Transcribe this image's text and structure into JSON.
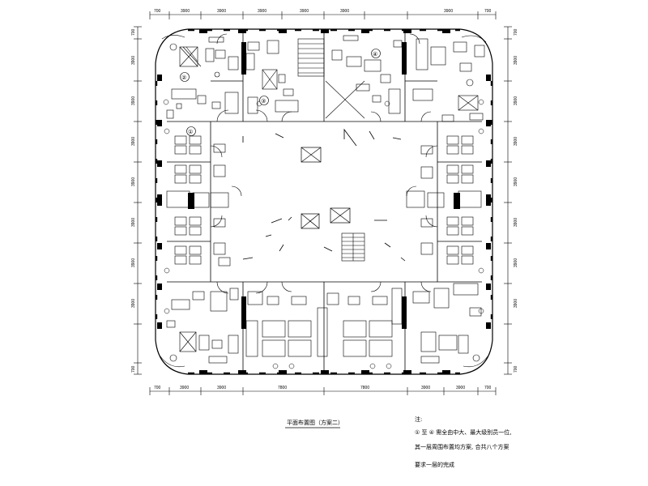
{
  "drawing": {
    "title": "平面布置图（方案二）",
    "top_dimensions": [
      "700",
      "3900",
      "3900",
      "3900",
      "3900",
      "3900",
      "3900",
      "700"
    ],
    "bottom_dimensions": [
      "700",
      "3900",
      "3900",
      "7800",
      "7800",
      "3900",
      "3900",
      "700"
    ],
    "left_dimensions": [
      "700",
      "3900",
      "3900",
      "3900",
      "3900",
      "3900",
      "3900",
      "3900",
      "700"
    ],
    "right_dimensions": [
      "700",
      "3900",
      "3900",
      "3900",
      "3900",
      "3900",
      "3900",
      "3900",
      "700"
    ],
    "area_markers": [
      "①",
      "②",
      "③",
      "④"
    ]
  },
  "notes": {
    "heading": "注:",
    "line1": "① 至 ④ 需全由中大、最大级别员一位,",
    "line2": "其一层周围布置均方案, 合共八个方案",
    "line3": "要求一层的完成"
  }
}
